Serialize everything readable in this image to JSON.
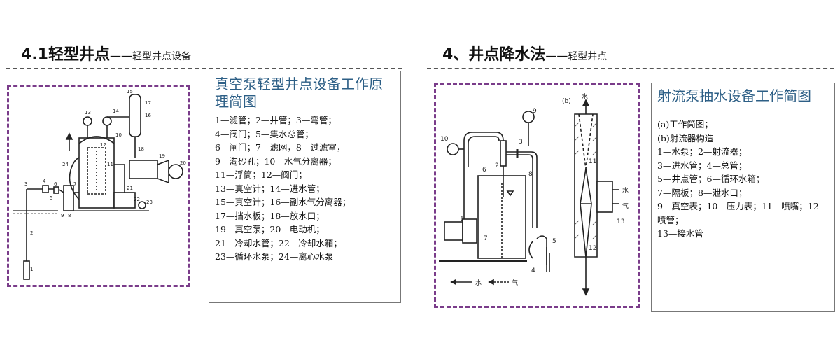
{
  "left": {
    "heading_main": "4.1轻型井点",
    "heading_sep": "——",
    "heading_sub": "轻型井点设备",
    "desc_title": "真空泵轻型井点设备工作原理简图",
    "items": [
      "1—滤管；2—井管；3—弯管；",
      "4—阀门；5—集水总管；",
      "6—闸门；7—滤网，8—过滤室，",
      "9—淘砂孔；10—水气分离器；",
      "11—浮筒；12—阀门；",
      "13—真空计；14—进水管；",
      "15—真空计；16—副水气分离器；",
      "17—挡水板；18—放水口；",
      "19—真空泵；20—电动机；",
      "21—冷却水管；22—冷却水箱；",
      "23—循环水泵；24—离心水泵"
    ],
    "diagram_labels": {
      "n1": "1",
      "n2": "2",
      "n3": "3",
      "n4": "4",
      "n5": "5",
      "n6": "6",
      "n7": "7",
      "n8": "8",
      "n9": "9",
      "n10": "10",
      "n11": "11",
      "n12": "12",
      "n13": "13",
      "n14": "14",
      "n15": "15",
      "n16": "16",
      "n17": "17",
      "n18": "18",
      "n19": "19",
      "n20": "20",
      "n21": "21",
      "n22": "22",
      "n23": "23",
      "n24": "24"
    }
  },
  "right": {
    "heading_main": "4、井点降水法",
    "heading_sep": "——",
    "heading_sub": "轻型井点",
    "desc_title": "射流泵抽水设备工作简图",
    "items": [
      "(a)工作简图；",
      "(b)射流器构造",
      "1—水泵；2—射流器；",
      "3—进水管；4—总管；",
      "5—井点管；6—循环水箱；",
      "7—隔板；8—泄水口；",
      "9—真空表；10—压力表；11—喷嘴；12—喷管；",
      "13—接水管"
    ],
    "diagram_labels": {
      "b": "(b)",
      "water_top": "水",
      "water_side": "水",
      "air_side": "气",
      "water_bottom": "水",
      "air_bottom": "气",
      "n1": "1",
      "n2": "2",
      "n3": "3",
      "n4": "4",
      "n5": "5",
      "n6": "6",
      "n7": "7",
      "n8": "8",
      "n9": "9",
      "n10": "10",
      "n11": "11",
      "n12": "12",
      "n13": "13"
    }
  }
}
